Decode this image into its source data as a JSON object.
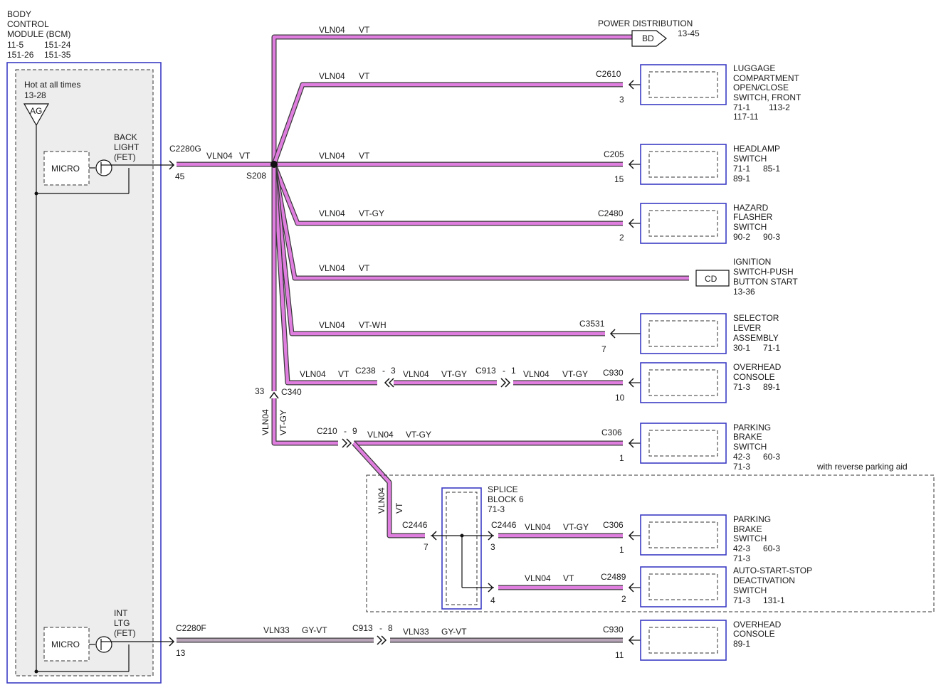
{
  "colors": {
    "wire_violet": "#e07ee0",
    "wire_gray": "#b8a6b8",
    "wire_outline": "#3a3a3a",
    "box_border": "#3b3bc4",
    "module_fill": "#ededed"
  },
  "bcm": {
    "title": [
      "BODY",
      "CONTROL",
      "MODULE (BCM)"
    ],
    "refs": [
      "11-5",
      "151-24",
      "151-26",
      "151-35"
    ],
    "hot_label": "Hot at all times",
    "hot_ref": "13-28",
    "hot_badge": "AG",
    "micro_label": "MICRO",
    "backlight_label": [
      "BACK",
      "LIGHT",
      "(FET)"
    ],
    "intltg_label": [
      "INT",
      "LTG",
      "(FET)"
    ]
  },
  "circuit": "VLN04",
  "circuit2": "VLN33",
  "colors_text": {
    "vt": "VT",
    "vtgy": "VT-GY",
    "vtwh": "VT-WH",
    "gyvt": "GY-VT"
  },
  "connectors": {
    "c2280g": "C2280G",
    "pin45": "45",
    "s208": "S208",
    "c340": "C340",
    "pin33": "33",
    "c210": "C210",
    "c210pin": "9",
    "c238": "C238",
    "c238pin": "3",
    "c913": "C913",
    "c913pin1": "1",
    "c913pin8": "8",
    "c2280f": "C2280F",
    "pin13": "13",
    "c2446": "C2446",
    "pin7": "7",
    "pin3": "3",
    "pin4": "4",
    "dash": "-"
  },
  "destinations": [
    {
      "name": [
        "POWER DISTRIBUTION"
      ],
      "ref": "13-45",
      "badge": "BD"
    },
    {
      "name": [
        "LUGGAGE",
        "COMPARTMENT",
        "OPEN/CLOSE",
        "SWITCH, FRONT"
      ],
      "refs": [
        "71-1",
        "113-2",
        "117-11"
      ],
      "connector": "C2610",
      "pin": "3"
    },
    {
      "name": [
        "HEADLAMP",
        "SWITCH"
      ],
      "refs": [
        "71-1",
        "85-1",
        "89-1"
      ],
      "connector": "C205",
      "pin": "15"
    },
    {
      "name": [
        "HAZARD",
        "FLASHER",
        "SWITCH"
      ],
      "refs": [
        "90-2",
        "90-3"
      ],
      "connector": "C2480",
      "pin": "2"
    },
    {
      "name": [
        "IGNITION",
        "SWITCH-PUSH",
        "BUTTON START"
      ],
      "ref": "13-36",
      "badge": "CD"
    },
    {
      "name": [
        "SELECTOR",
        "LEVER",
        "ASSEMBLY"
      ],
      "refs": [
        "30-1",
        "71-1"
      ],
      "connector": "C3531",
      "pin": "7"
    },
    {
      "name": [
        "OVERHEAD",
        "CONSOLE"
      ],
      "refs": [
        "71-3",
        "89-1"
      ],
      "connector": "C930",
      "pin": "10"
    },
    {
      "name": [
        "PARKING",
        "BRAKE",
        "SWITCH"
      ],
      "refs": [
        "42-3",
        "60-3",
        "71-3"
      ],
      "connector": "C306",
      "pin": "1"
    },
    {
      "name": [
        "PARKING",
        "BRAKE",
        "SWITCH"
      ],
      "refs": [
        "42-3",
        "60-3",
        "71-3"
      ],
      "connector": "C306",
      "pin": "1"
    },
    {
      "name": [
        "AUTO-START-STOP",
        "DEACTIVATION",
        "SWITCH"
      ],
      "refs": [
        "71-3",
        "131-1"
      ],
      "connector": "C2489",
      "pin": "2"
    },
    {
      "name": [
        "OVERHEAD",
        "CONSOLE"
      ],
      "refs": [
        "89-1"
      ],
      "connector": "C930",
      "pin": "11"
    }
  ],
  "splice": {
    "name": [
      "SPLICE",
      "BLOCK 6"
    ],
    "ref": "71-3"
  },
  "option_note": "with reverse parking aid"
}
